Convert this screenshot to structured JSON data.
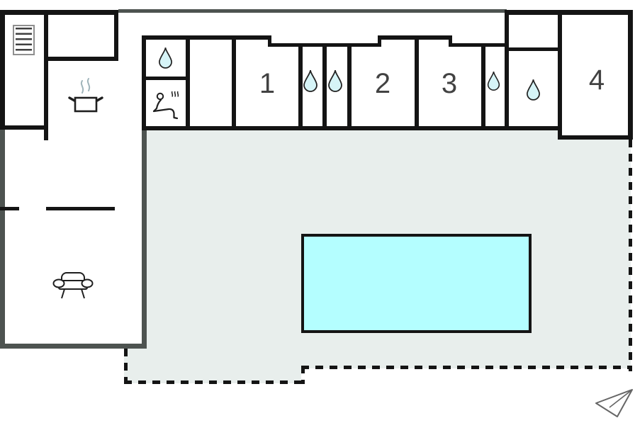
{
  "colors": {
    "wall": "#141414",
    "wall_gray": "#4d5350",
    "terrace": "#e8eeec",
    "pool": "#b4feff",
    "water_drop": "#d6f4f7",
    "room_label": "#424242",
    "icon_stroke": "#1f1f1f",
    "steam": "#9fb4ba",
    "arrow_stroke": "#666666"
  },
  "rooms": [
    {
      "id": "room-1",
      "label": "1"
    },
    {
      "id": "room-2",
      "label": "2"
    },
    {
      "id": "room-3",
      "label": "3"
    },
    {
      "id": "room-4",
      "label": "4"
    }
  ],
  "icons": [
    {
      "name": "stairs-icon",
      "meaning": "staircase"
    },
    {
      "name": "cooking-pot-icon",
      "meaning": "kitchen"
    },
    {
      "name": "sauna-icon",
      "meaning": "sauna"
    },
    {
      "name": "sofa-icon",
      "meaning": "living room"
    },
    {
      "name": "water-drop-icon",
      "meaning": "bathroom / water",
      "count": 5
    },
    {
      "name": "direction-arrow-icon",
      "meaning": "orientation arrow"
    }
  ],
  "features": {
    "pool": "swimming-pool",
    "terrace": "terrace-area",
    "boundary": "dashed-plot-boundary"
  }
}
